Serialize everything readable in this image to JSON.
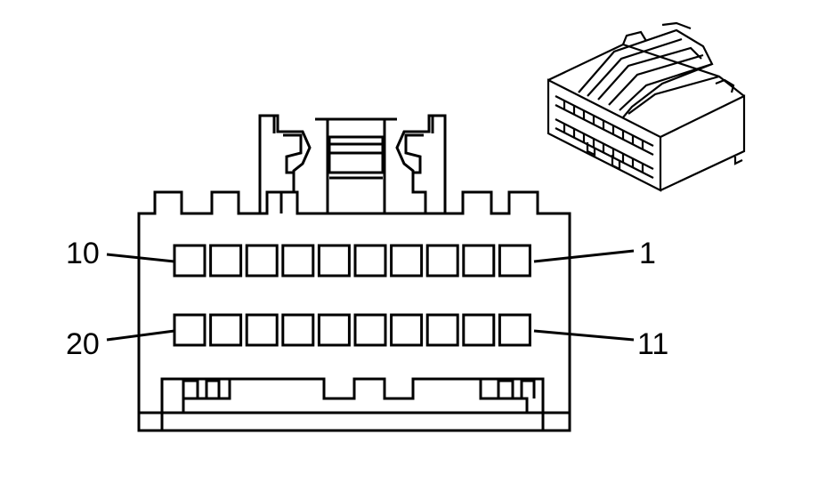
{
  "diagram": {
    "pin_labels": {
      "top_left": "10",
      "top_right": "1",
      "bottom_left": "20",
      "bottom_right": "11"
    },
    "rows": [
      {
        "first_pin": 10,
        "last_pin": 1,
        "count": 10
      },
      {
        "first_pin": 20,
        "last_pin": 11,
        "count": 10
      }
    ],
    "colors": {
      "line": "#000000",
      "background": "#ffffff"
    }
  }
}
